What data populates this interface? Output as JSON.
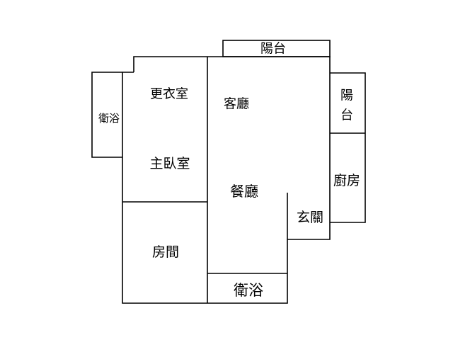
{
  "floor_plan": {
    "rooms": {
      "balcony_top": "陽台",
      "walk_in_closet": "更衣室",
      "bathroom_left": "衛浴",
      "living_room": "客廳",
      "master_bedroom": "主臥室",
      "dining_room": "餐廳",
      "entrance": "玄關",
      "balcony_right_1": "陽",
      "balcony_right_2": "台",
      "kitchen": "廚房",
      "bedroom": "房間",
      "bathroom_bottom": "衛浴"
    }
  }
}
